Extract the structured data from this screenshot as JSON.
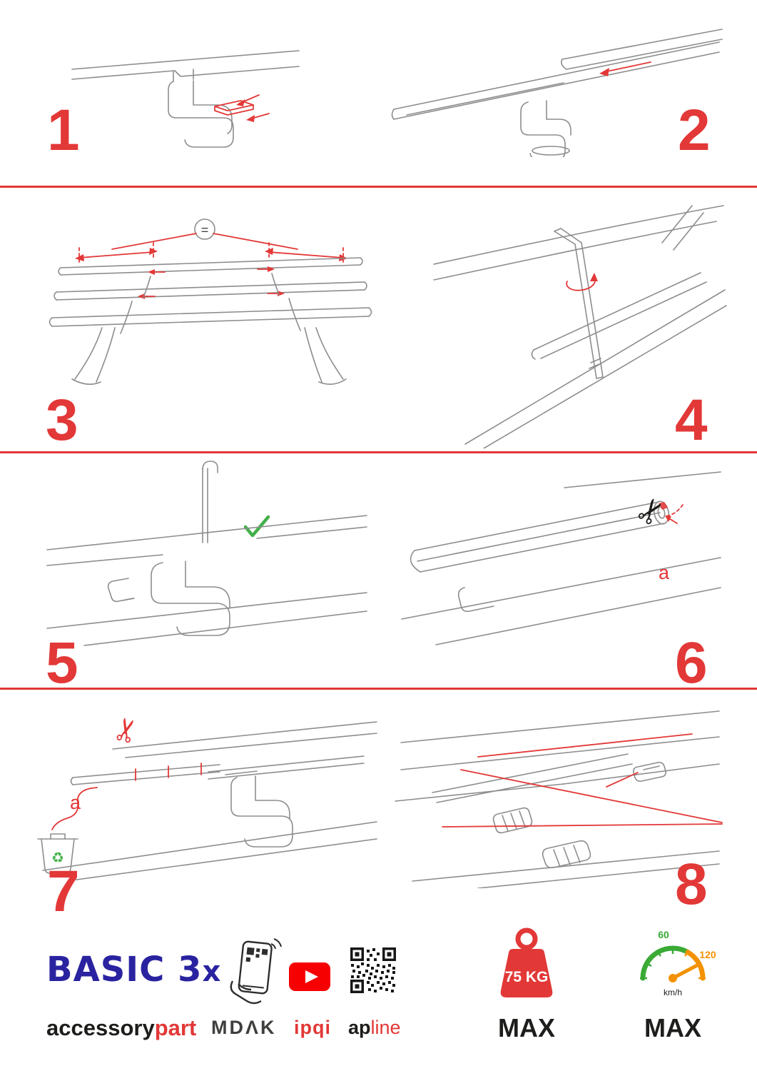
{
  "colors": {
    "accent": "#e23837",
    "navy": "#2a23a0",
    "green": "#43b04a",
    "orange": "#f39200",
    "dark": "#1d1d1b"
  },
  "steps": [
    {
      "number": "1"
    },
    {
      "number": "2"
    },
    {
      "number": "3"
    },
    {
      "number": "4"
    },
    {
      "number": "5"
    },
    {
      "number": "6"
    },
    {
      "number": "7"
    },
    {
      "number": "8"
    }
  ],
  "annotations": {
    "equal": "=",
    "scissors": "✂",
    "cut_label_6": "a",
    "cut_label_7": "a",
    "recycle": "♻"
  },
  "footer": {
    "brand": "BASIC 3",
    "brand_suffix": "x",
    "sub_black": "accessory",
    "sub_red": "part",
    "partner_mdak": "MDΛK",
    "partner_ipqi": "ipqi",
    "partner_ap": "ap",
    "partner_line": "line",
    "weight_value": "75 KG",
    "weight_max": "MAX",
    "speed_60": "60",
    "speed_120": "120",
    "speed_unit": "km/h",
    "speed_max": "MAX"
  }
}
